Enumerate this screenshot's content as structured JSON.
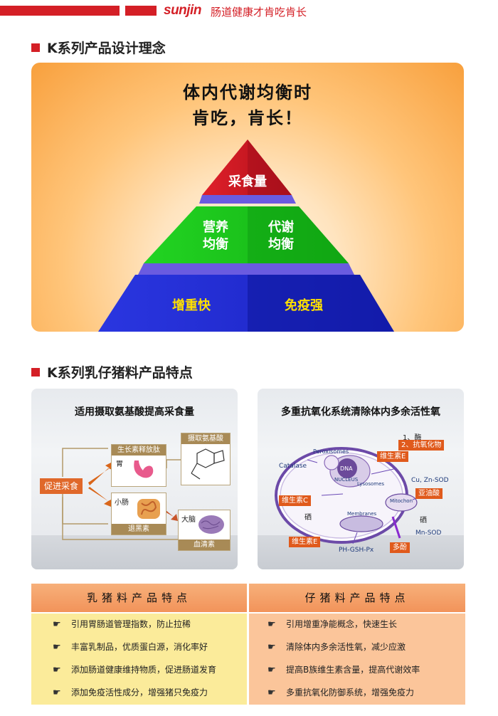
{
  "header": {
    "brand": "sunjin",
    "tagline": "肠道健康才肯吃肯长"
  },
  "section1": {
    "title": "K系列产品设计理念",
    "headline_line1": "体内代谢均衡时",
    "headline_line2": "肯吃，肯长！",
    "pyramid": {
      "top": "采食量",
      "middle_left": "营养\n均衡",
      "middle_right": "代谢\n均衡",
      "bottom_left": "增重快",
      "bottom_right": "免疫强"
    }
  },
  "section2": {
    "title": "K系列乳仔猪料产品特点",
    "left_card": {
      "title": "适用摄取氨基酸提高采食量",
      "promote": "促进采食",
      "growth_hormone": "生长素释放肽",
      "stomach": "胃",
      "small_intestine": "小肠",
      "melanin": "退黑素",
      "amino_acid": "摄取氨基酸",
      "brain": "大脑",
      "serotonin": "血清素"
    },
    "right_card": {
      "title": "多重抗氧化系统清除体内多余活性氧",
      "enzyme": "1、酶",
      "antioxidant": "2、抗氧化物",
      "vitamin_e_top": "维生素E",
      "catalase": "Catalase",
      "peroxisomes": "Peroxisomes",
      "dna": "DNA",
      "nucleus": "NUCLEUS",
      "lysosomes": "Lysosomes",
      "cu_zn_sod": "Cu, Zn-SOD",
      "linoleic": "亚油酸",
      "vitamin_c": "维生素C",
      "selenium_left": "硒",
      "mitochon": "Mitochon",
      "selenium_right": "硒",
      "mn_sod": "Mn-SOD",
      "membranes": "Membranes",
      "vitamin_e_bottom": "维生素E",
      "ph_gsh_px": "PH-GSH-Px",
      "polyphenol": "多酚"
    }
  },
  "table": {
    "left_header": "乳猪料产品特点",
    "right_header": "仔猪料产品特点",
    "left_items": [
      "引用胃肠道管理指数，防止拉稀",
      "丰富乳制品，优质蛋白源，消化率好",
      "添加肠道健康维持物质，促进肠道发育",
      "添加免疫活性成分，增强猪只免疫力"
    ],
    "right_items": [
      "引用增重净能概念，快速生长",
      "清除体内多余活性氧，减少应激",
      "提高B族维生素含量，提高代谢效率",
      "多重抗氧化防御系统，增强免疫力"
    ]
  },
  "colors": {
    "accent_red": "#d41f26",
    "pyramid_red": "#c8102e",
    "pyramid_green": "#18c11a",
    "pyramid_blue": "#1a24c8",
    "tag_orange": "#e05a1c"
  }
}
